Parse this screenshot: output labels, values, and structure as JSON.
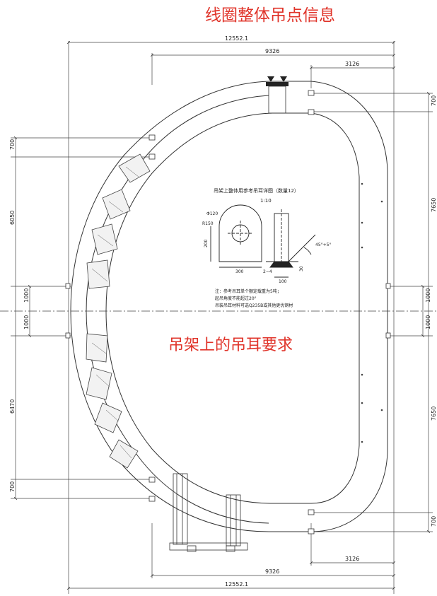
{
  "title": "线圈整体吊点信息",
  "center_label": "吊架上的吊耳要求",
  "dimensions": {
    "top_width": "12552.1",
    "top_inner": "9326",
    "top_right": "3126",
    "bottom_width": "12552.1",
    "bottom_inner": "9326",
    "bottom_right": "3126",
    "left_upper_small": "700",
    "left_upper_large": "6050",
    "left_mid_upper": "1000",
    "left_mid_lower": "1000",
    "left_lower_large": "6470",
    "left_lower_small": "700",
    "right_upper_small": "700",
    "right_upper_large": "7650",
    "right_mid_upper": "1000",
    "right_mid_lower": "1000",
    "right_lower_large": "7650",
    "right_lower_small": "700"
  },
  "detail": {
    "heading": "吊架上整体用参考吊耳详图（数量12）",
    "scale": "1:10",
    "hole_dia": "Φ120",
    "radius": "R150",
    "height": "200",
    "width": "300",
    "thickness": "100",
    "weld": "2~4",
    "weld_height": "30",
    "angle": "45°+5°",
    "note1": "注：参考吊耳单个额定载重为5吨；",
    "note2": "起吊角度不能超过20°",
    "note3": "吊装吊耳材料可选Q235B或其他更优钢材"
  },
  "colors": {
    "title_red": "#e0342a",
    "line": "#333333"
  }
}
